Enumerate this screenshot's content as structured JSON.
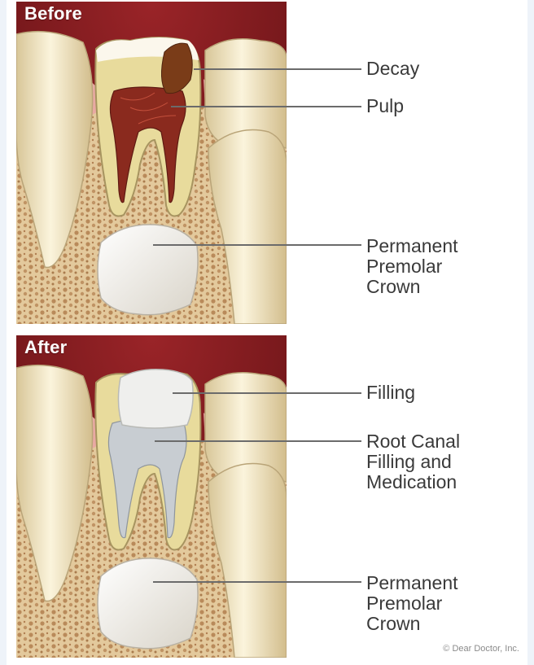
{
  "colors": {
    "gum_maroon": "#7e1a1f",
    "bone": "#e6cfa6",
    "tooth": "#f1e6c6",
    "pulp": "#8a2a1e",
    "decay": "#7a3c18",
    "filling": "#eeeeec",
    "canal_filling": "#c8cdd2"
  },
  "before": {
    "title": "Before",
    "labels": {
      "decay": "Decay",
      "pulp": "Pulp",
      "crown": [
        "Permanent",
        "Premolar",
        "Crown"
      ]
    }
  },
  "after": {
    "title": "After",
    "labels": {
      "filling": "Filling",
      "root_canal": [
        "Root Canal",
        "Filling and",
        "Medication"
      ],
      "crown": [
        "Permanent",
        "Premolar",
        "Crown"
      ]
    }
  },
  "credit": "© Dear Doctor, Inc."
}
